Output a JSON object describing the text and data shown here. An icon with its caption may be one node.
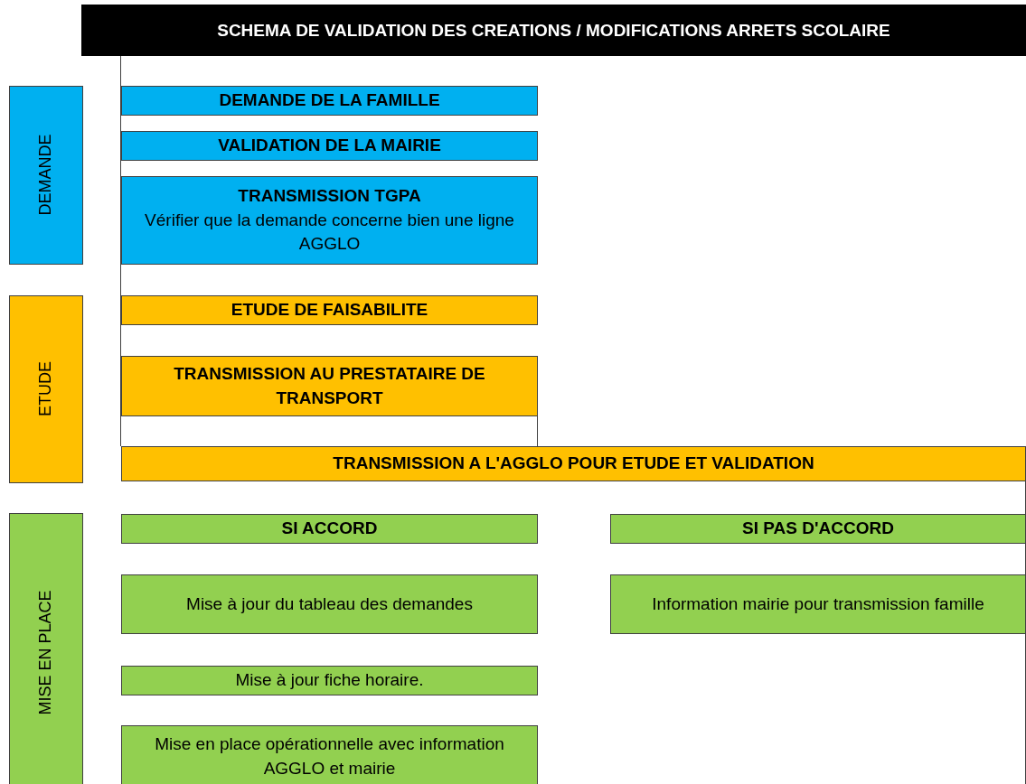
{
  "diagram": {
    "title": "SCHEMA DE VALIDATION DES CREATIONS / MODIFICATIONS ARRETS SCOLAIRE",
    "nodes": [
      {
        "text": [
          "DEMANDE"
        ]
      },
      {
        "text": [
          "DEMANDE DE LA FAMILLE"
        ]
      },
      {
        "text": [
          "VALIDATION DE LA MAIRIE"
        ]
      },
      {
        "text": [
          "TRANSMISSION TGPA",
          "Vérifier que la demande concerne bien une ligne AGGLO"
        ]
      },
      {
        "text": [
          "ETUDE"
        ]
      },
      {
        "text": [
          "ETUDE DE FAISABILITE"
        ]
      },
      {
        "text": [
          "TRANSMISSION AU PRESTATAIRE DE TRANSPORT"
        ]
      },
      {
        "text": [
          "TRANSMISSION A L'AGGLO POUR ETUDE ET VALIDATION"
        ]
      },
      {
        "text": [
          "MISE EN PLACE"
        ]
      },
      {
        "text": [
          "SI ACCORD"
        ]
      },
      {
        "text": [
          "SI PAS D'ACCORD"
        ]
      },
      {
        "text": [
          "Mise à jour du tableau des demandes"
        ]
      },
      {
        "text": [
          "Information mairie pour transmission famille"
        ]
      },
      {
        "text": [
          "Mise à jour fiche horaire."
        ]
      },
      {
        "text": [
          "Mise en place opérationnelle avec information AGGLO et mairie"
        ]
      }
    ],
    "edges": []
  }
}
